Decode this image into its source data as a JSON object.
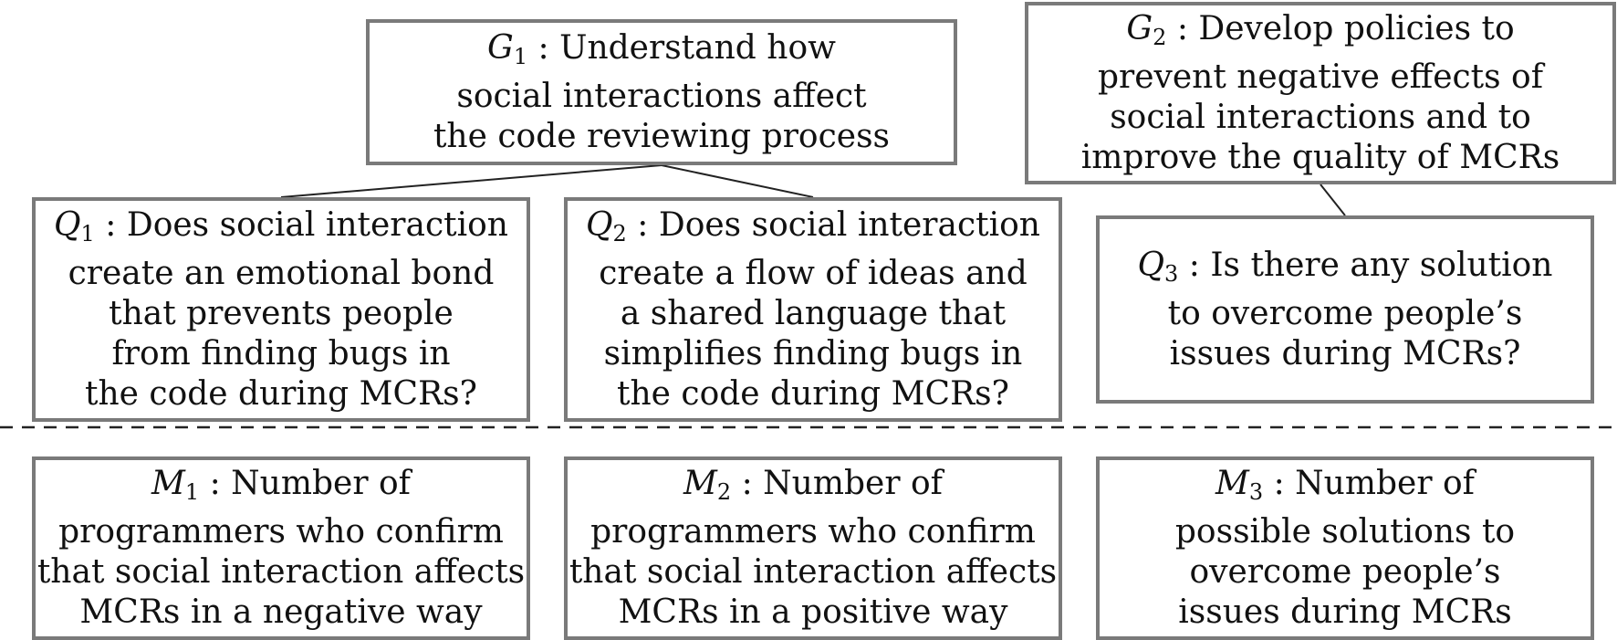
{
  "goals": [
    {
      "symbol": "G",
      "subscript": "1",
      "sep": " : ",
      "lines": [
        "Understand how",
        "social interactions affect",
        "the code reviewing process"
      ]
    },
    {
      "symbol": "G",
      "subscript": "2",
      "sep": " : ",
      "lines": [
        "Develop policies to",
        "prevent negative effects of",
        "social interactions and to",
        "improve the quality of MCRs"
      ]
    }
  ],
  "questions": [
    {
      "symbol": "Q",
      "subscript": "1",
      "sep": " : ",
      "lines": [
        "Does social interaction",
        "create an emotional bond",
        "that prevents people",
        "from finding bugs in",
        "the code during MCRs?"
      ]
    },
    {
      "symbol": "Q",
      "subscript": "2",
      "sep": " : ",
      "lines": [
        "Does social interaction",
        "create a flow of ideas and",
        "a shared language that",
        "simplifies finding bugs in",
        "the code during MCRs?"
      ]
    },
    {
      "symbol": "Q",
      "subscript": "3",
      "sep": " : ",
      "lines": [
        "Is there any solution",
        "to overcome people’s",
        "issues during MCRs?"
      ]
    }
  ],
  "metrics": [
    {
      "symbol": "M",
      "subscript": "1",
      "sep": " : ",
      "lines": [
        "Number of",
        "programmers who confirm",
        "that social interaction affects",
        "MCRs in a negative way"
      ]
    },
    {
      "symbol": "M",
      "subscript": "2",
      "sep": " : ",
      "lines": [
        "Number of",
        "programmers who confirm",
        "that social interaction affects",
        "MCRs in a positive way"
      ]
    },
    {
      "symbol": "M",
      "subscript": "3",
      "sep": " : ",
      "lines": [
        "Number of",
        "possible solutions to",
        "overcome people’s",
        "issues during MCRs"
      ]
    }
  ],
  "colors": {
    "box_border": "#7a7a7a",
    "line": "#222222",
    "text": "#111111"
  }
}
